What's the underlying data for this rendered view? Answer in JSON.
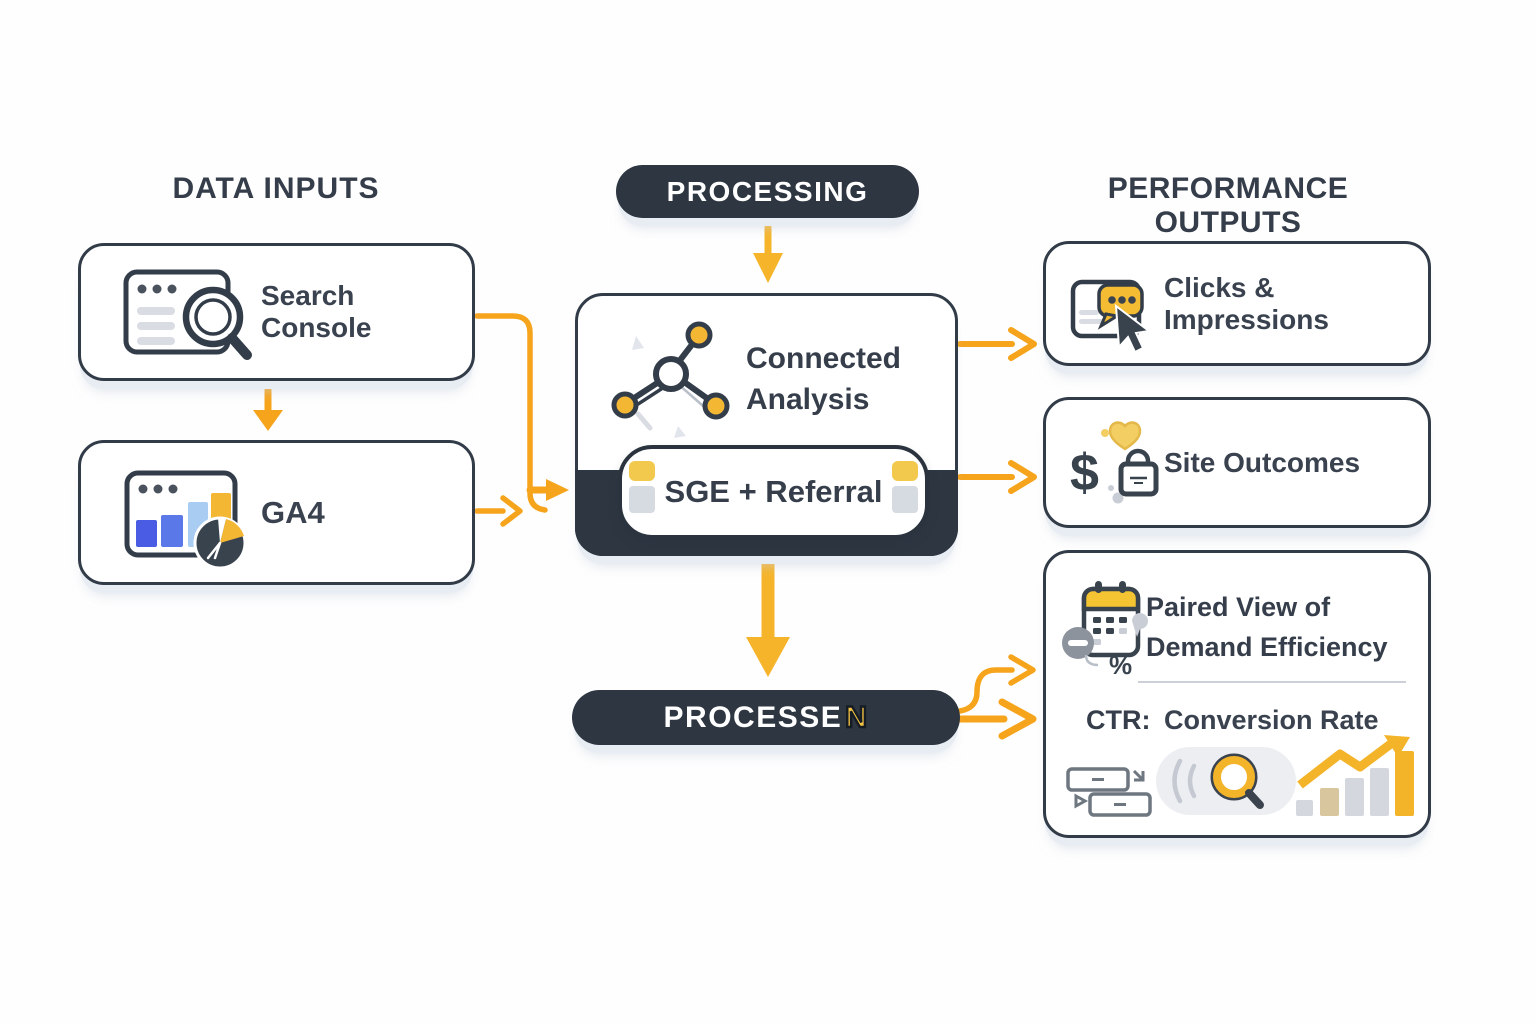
{
  "headings": {
    "data_inputs": "DATA INPUTS",
    "processing": "PROCESSING",
    "performance_outputs": "PERFORMANCE OUTPUTS"
  },
  "inputs": {
    "search_console": {
      "label": "Search Console"
    },
    "ga4": {
      "label": "GA4"
    }
  },
  "processing": {
    "analysis_title_line1": "Connected",
    "analysis_title_line2": "Analysis",
    "sge_label": "SGE + Referral",
    "processed_label": "PROCESSE",
    "processed_suffix": "N"
  },
  "outputs": {
    "clicks": {
      "label": "Clicks & Impressions"
    },
    "site": {
      "label": "Site Outcomes"
    },
    "paired": {
      "title_line1": "Paired View of",
      "title_line2": "Demand Efficiency",
      "metric_label": "CTR:",
      "metric_value": "Conversion Rate"
    }
  },
  "icons": {
    "dollar": "$",
    "percent": "%"
  },
  "colors": {
    "ink": "#2d3641",
    "border": "#323c48",
    "connector_yellow": "#f6a41c",
    "arrow_gold": "#f6b42a",
    "icon_yellow": "#f3c64b",
    "light_gray": "#d9dde3"
  }
}
